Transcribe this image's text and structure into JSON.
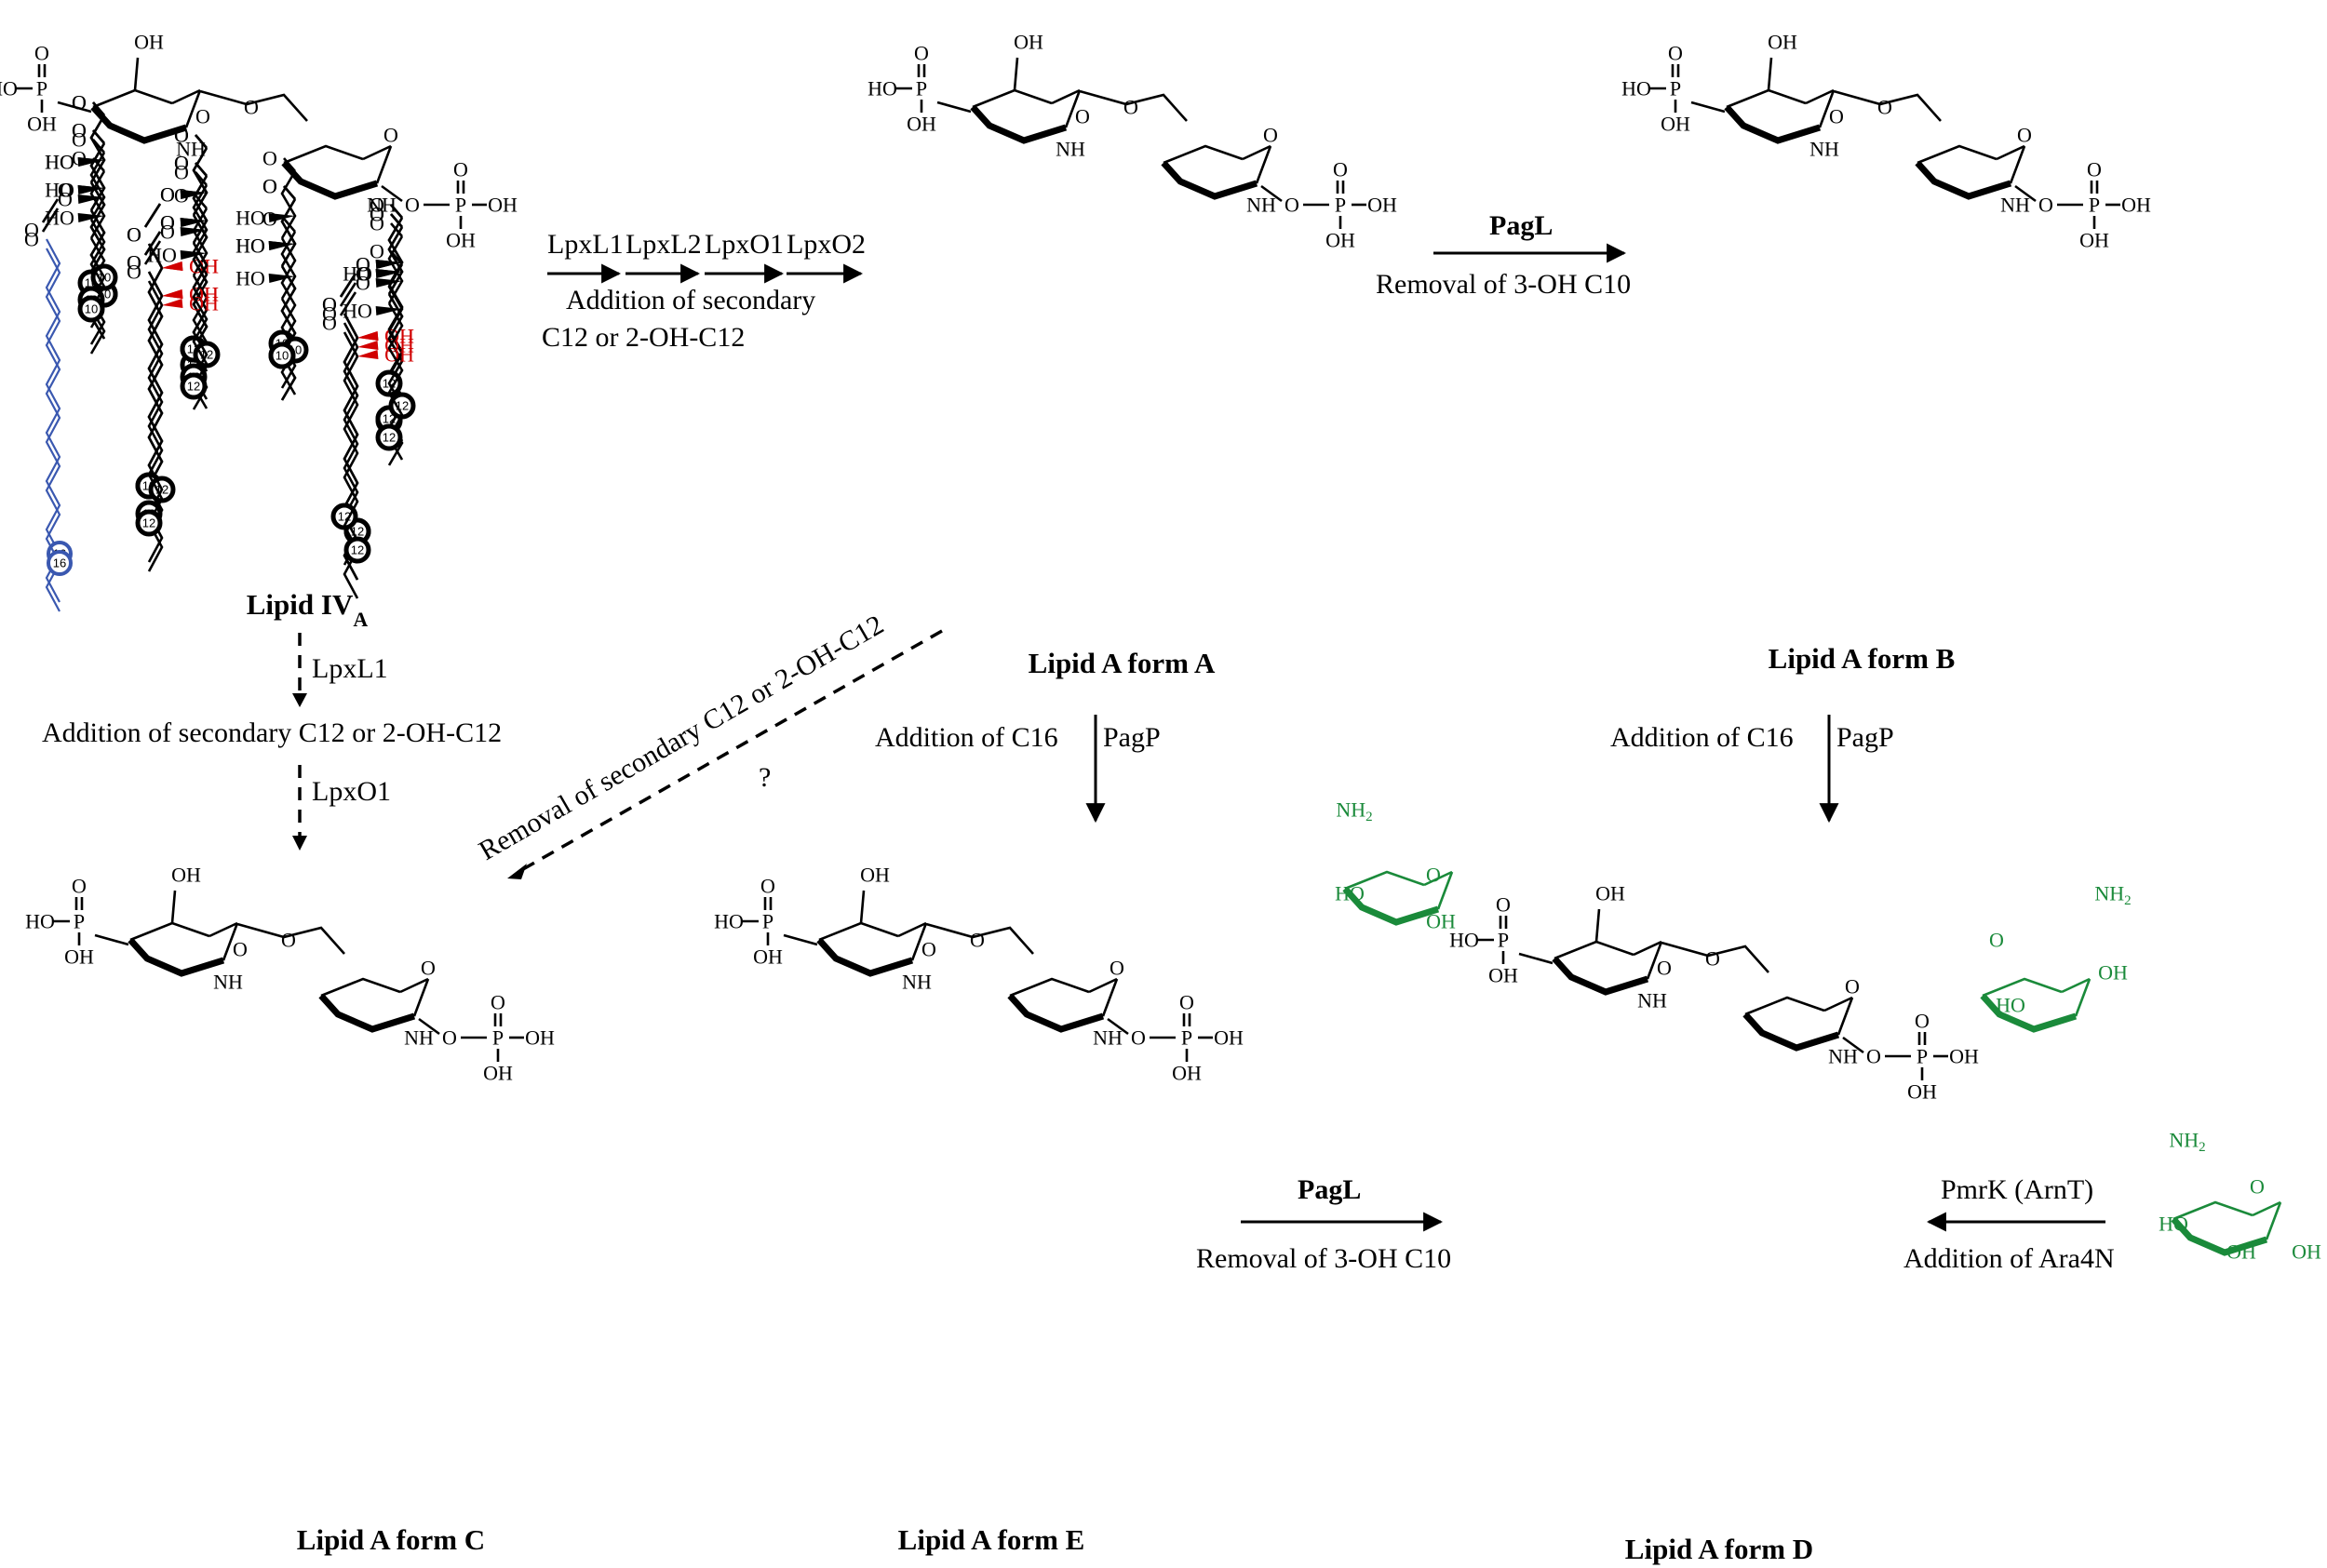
{
  "molecules": {
    "lipid_iva": {
      "name": "Lipid IV",
      "subscript": "A"
    },
    "form_a": {
      "name": "Lipid A form A"
    },
    "form_b": {
      "name": "Lipid A form B"
    },
    "form_c": {
      "name": "Lipid A form C"
    },
    "form_d": {
      "name": "Lipid A form D"
    },
    "form_e": {
      "name": "Lipid A form E"
    }
  },
  "atoms": {
    "OH": "OH",
    "HO": "HO",
    "O": "O",
    "P": "P",
    "NH": "NH",
    "NH2": "NH",
    "NH2_sub": "2"
  },
  "chain_labels": {
    "c10": "10",
    "c12": "12",
    "c16": "16"
  },
  "steps": {
    "top_enzymes": [
      "LpxL1",
      "LpxL2",
      "LpxO1",
      "LpxO2"
    ],
    "top_desc_1": "Addition of secondary",
    "top_desc_2": "C12 or 2-OH-C12",
    "pagl_top_enzyme": "PagL",
    "pagl_top_desc": "Removal of 3-OH C10",
    "lpxl1": "LpxL1",
    "left_desc": "Addition of secondary C12 or 2-OH-C12",
    "lpxo1": "LpxO1",
    "diag_desc": "Removal of secondary C12 or 2-OH-C12",
    "question": "?",
    "pagp_a_desc": "Addition of C16",
    "pagp_a_enzyme": "PagP",
    "pagp_b_desc": "Addition of C16",
    "pagp_b_enzyme": "PagP",
    "pagl_bottom_enzyme": "PagL",
    "pagl_bottom_desc": "Removal of 3-OH C10",
    "pmrk_enzyme": "PmrK (ArnT)",
    "pmrk_desc": "Addition of Ara4N"
  },
  "colors": {
    "black": "#000000",
    "hydroxyl_red": "#d10000",
    "c16_blue": "#3a58b0",
    "ara4n_green": "#1a8a3a"
  }
}
